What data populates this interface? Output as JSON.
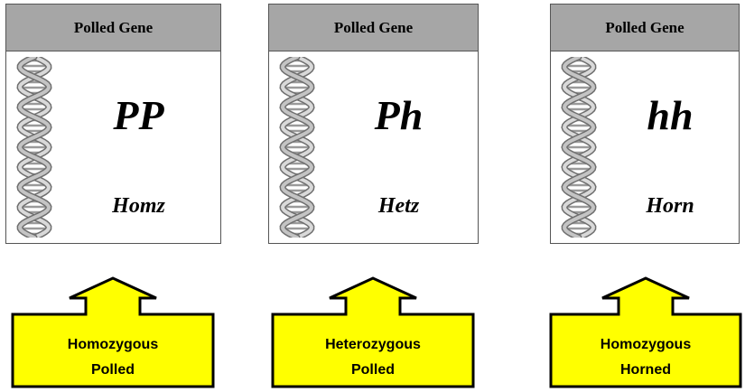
{
  "cards": [
    {
      "header": "Polled Gene",
      "genotype": "PP",
      "abbrev": "Homz",
      "label_line1": "Homozygous",
      "label_line2": "Polled"
    },
    {
      "header": "Polled Gene",
      "genotype": "Ph",
      "abbrev": "Hetz",
      "label_line1": "Heterozygous",
      "label_line2": "Polled"
    },
    {
      "header": "Polled Gene",
      "genotype": "hh",
      "abbrev": "Horn",
      "label_line1": "Homozygous",
      "label_line2": "Horned"
    }
  ],
  "icons": {
    "dna": "dna-helix-icon",
    "arrow": "up-arrow-callout"
  },
  "colors": {
    "header_fill": "#a6a6a6",
    "callout_fill": "#ffff00",
    "callout_stroke": "#000000"
  }
}
